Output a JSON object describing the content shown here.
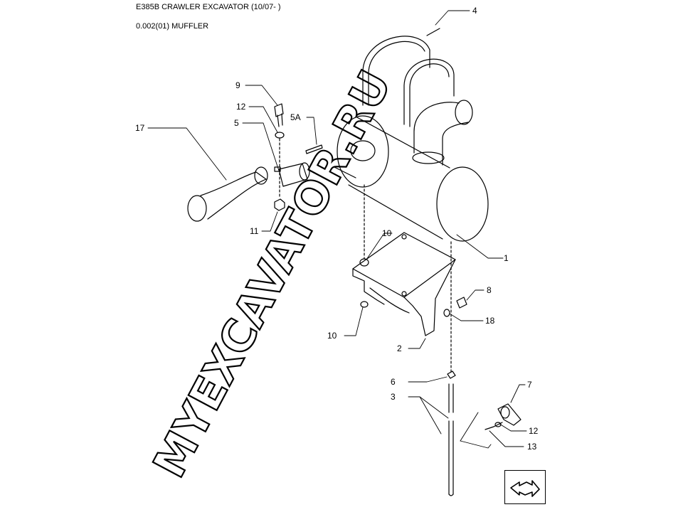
{
  "header": {
    "title": "E385B CRAWLER EXCAVATOR (10/07- )",
    "subtitle": "0.002(01) MUFFLER"
  },
  "watermark": "MYEXCAVATOR.RU",
  "callouts": {
    "c1": "1",
    "c2": "2",
    "c3": "3",
    "c4": "4",
    "c5": "5",
    "c5a": "5A",
    "c6": "6",
    "c7": "7",
    "c8": "8",
    "c9": "9",
    "c10a": "10",
    "c10b": "10",
    "c11": "11",
    "c12a": "12",
    "c12b": "12",
    "c13": "13",
    "c17": "17",
    "c18": "18"
  },
  "icons": {
    "nav": "next-page-arrow-icon"
  },
  "colors": {
    "line": "#000000",
    "background": "#ffffff"
  }
}
